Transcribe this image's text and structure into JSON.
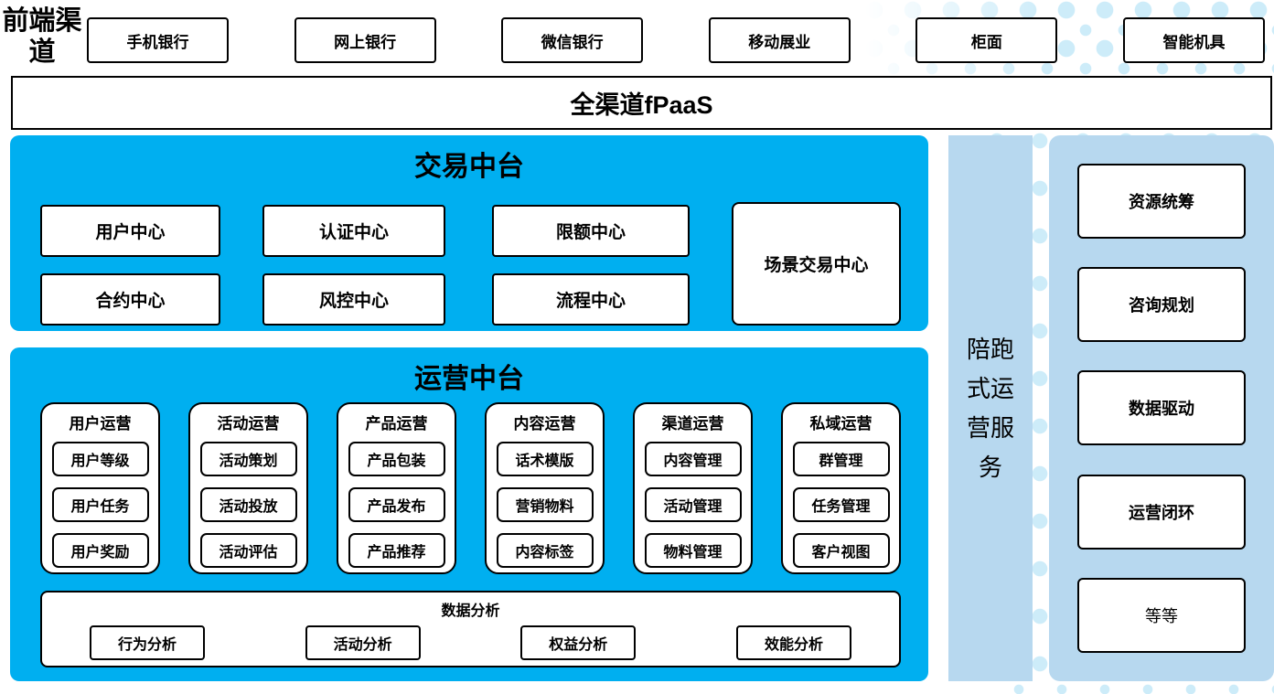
{
  "front": {
    "label": "前端渠道"
  },
  "channels": {
    "items": [
      "手机银行",
      "网上银行",
      "微信银行",
      "移动展业",
      "柜面",
      "智能机具"
    ]
  },
  "fpaas": {
    "label": "全渠道fPaaS"
  },
  "trade": {
    "title": "交易中台",
    "boxes": [
      "用户中心",
      "认证中心",
      "限额中心",
      "合约中心",
      "风控中心",
      "流程中心"
    ],
    "tall": "场景交易中心"
  },
  "ops": {
    "title": "运营中台",
    "cols": [
      {
        "title": "用户运营",
        "items": [
          "用户等级",
          "用户任务",
          "用户奖励"
        ]
      },
      {
        "title": "活动运营",
        "items": [
          "活动策划",
          "活动投放",
          "活动评估"
        ]
      },
      {
        "title": "产品运营",
        "items": [
          "产品包装",
          "产品发布",
          "产品推荐"
        ]
      },
      {
        "title": "内容运营",
        "items": [
          "话术模版",
          "营销物料",
          "内容标签"
        ]
      },
      {
        "title": "渠道运营",
        "items": [
          "内容管理",
          "活动管理",
          "物料管理"
        ]
      },
      {
        "title": "私域运营",
        "items": [
          "群管理",
          "任务管理",
          "客户视图"
        ]
      }
    ],
    "analysis": {
      "title": "数据分析",
      "items": [
        "行为分析",
        "活动分析",
        "权益分析",
        "效能分析"
      ]
    }
  },
  "accompany": {
    "label": "陪跑式运营服务"
  },
  "services": {
    "items": [
      "资源统筹",
      "咨询规划",
      "数据驱动",
      "运营闭环",
      "等等"
    ]
  },
  "colors": {
    "primary_blue": "#00AFF0",
    "light_blue": "#B7D8EF",
    "dot_blue": "#CDECF9"
  }
}
